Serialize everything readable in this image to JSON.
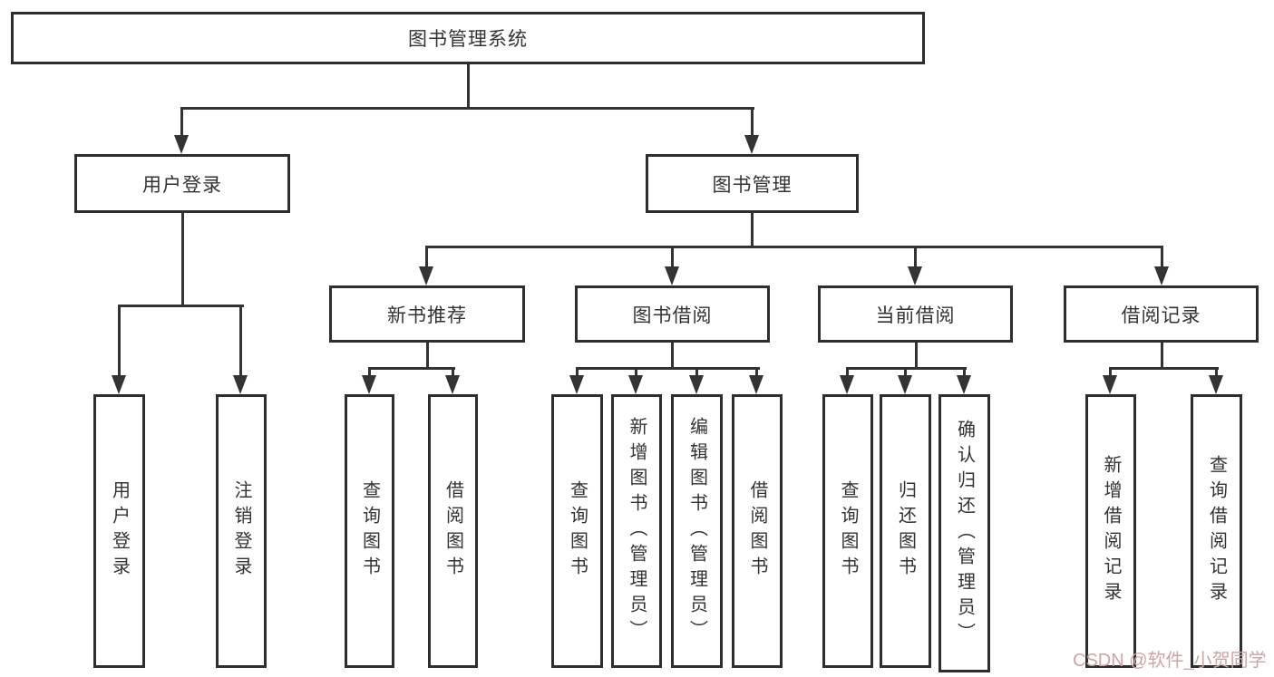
{
  "tree": {
    "label": "图书管理系统",
    "children": [
      {
        "label": "用户登录",
        "children": [
          {
            "label": "用户登录"
          },
          {
            "label": "注销登录"
          }
        ]
      },
      {
        "label": "图书管理",
        "children": [
          {
            "label": "新书推荐",
            "children": [
              {
                "label": "查询图书"
              },
              {
                "label": "借阅图书"
              }
            ]
          },
          {
            "label": "图书借阅",
            "children": [
              {
                "label": "查询图书"
              },
              {
                "label": "新增图书（管理员）"
              },
              {
                "label": "编辑图书（管理员）"
              },
              {
                "label": "借阅图书"
              }
            ]
          },
          {
            "label": "当前借阅",
            "children": [
              {
                "label": "查询图书"
              },
              {
                "label": "归还图书"
              },
              {
                "label": "确认归还（管理员）"
              }
            ]
          },
          {
            "label": "借阅记录",
            "children": [
              {
                "label": "新增借阅记录"
              },
              {
                "label": "查询借阅记录"
              }
            ]
          }
        ]
      }
    ]
  },
  "watermark": {
    "text": "CSDN @软件_小贺同学"
  },
  "colors": {
    "line": "#333333",
    "box_border": "#2e2e2e",
    "background": "#ffffff",
    "watermark": "#cda5a5"
  }
}
